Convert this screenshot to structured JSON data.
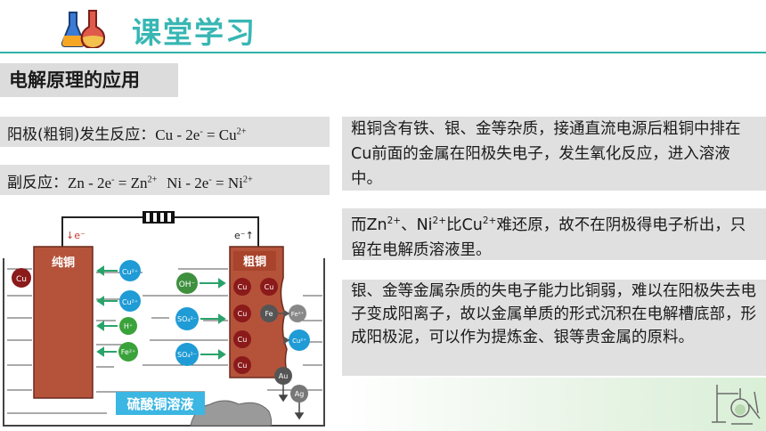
{
  "header": {
    "title": "课堂学习",
    "icon": "flask-icon",
    "accent": "#38b7b4"
  },
  "section": {
    "title": "电解原理的应用"
  },
  "equations": {
    "anode_label": "阳极(粗铜)发生反应：",
    "anode_expr": "Cu - 2e",
    "anode_eq": " = Cu",
    "side_label": "副反应：",
    "side_zn": "Zn - 2e",
    "side_zn_eq": " = Zn",
    "side_ni": "Ni - 2e",
    "side_ni_eq": " = Ni",
    "minus": "-",
    "two_plus": "2+"
  },
  "paragraphs": {
    "p1": "粗铜含有铁、银、金等杂质，接通直流电源后粗铜中排在Cu前面的金属在阳极失电子，发生氧化反应，进入溶液中。",
    "p2_zn": "而Zn",
    "p2_ni": "、Ni",
    "p2_cu": "比Cu",
    "p2_rest": "难还原，故不在阴极得电子析出，只留在电解质溶液里。",
    "p3": "银、金等金属杂质的失电子能力比铜弱，难以在阳极失去电子变成阳离子，故以金属单质的形式沉积在电解槽底部，形成阳极泥，可以作为提炼金、银等贵金属的原料。"
  },
  "diagram": {
    "cathode_label": "纯铜",
    "anode_label": "粗铜",
    "electron_in": "↓e⁻",
    "electron_out": "e⁻↑",
    "solution_label": "硫酸铜溶液",
    "cu": "Cu",
    "fe": "Fe",
    "au": "Au",
    "ag": "Ag",
    "oh": "OH⁻",
    "h": "H⁺",
    "cu2": "Cu²⁺",
    "fe2": "Fe²⁺",
    "so4": "SO₄²⁻"
  }
}
